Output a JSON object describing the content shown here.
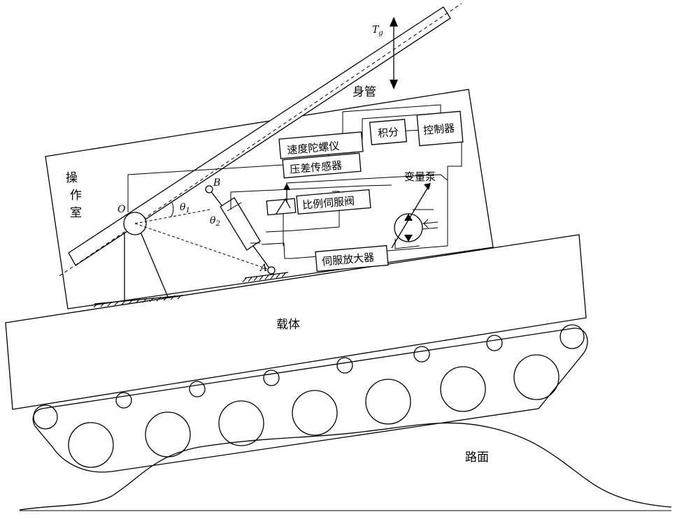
{
  "labels": {
    "barrel": "身管",
    "gyro": "速度陀螺仪",
    "integral": "积分",
    "controller": "控制器",
    "pressure_sensor": "压差传感器",
    "variable_pump": "变量泵",
    "proportional_valve": "比例伺服阀",
    "servo_amp": "伺服放大器",
    "cab_line1": "操",
    "cab_line2": "作",
    "cab_line3": "室",
    "carrier": "载体",
    "road": "路面"
  },
  "symbols": {
    "torque": "T",
    "torque_sub": "g",
    "pivot_o": "O",
    "point_a": "A",
    "point_b": "B",
    "theta1": "θ",
    "theta1_sub": "1",
    "theta2": "θ",
    "theta2_sub": "2"
  }
}
